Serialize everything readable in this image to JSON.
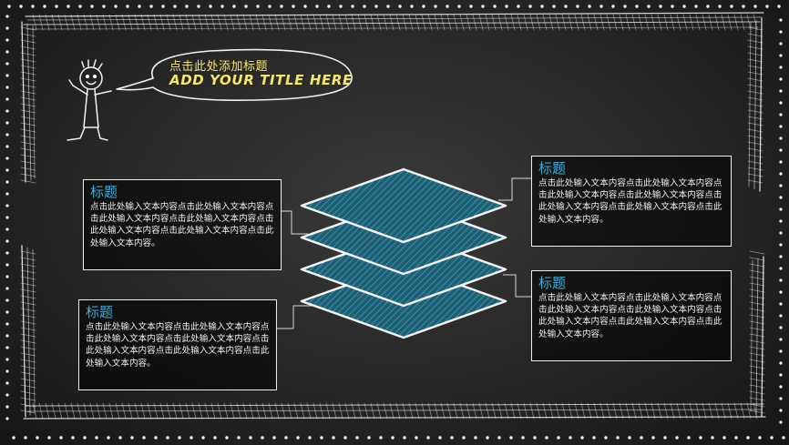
{
  "header": {
    "title_cn": "点击此处添加标题",
    "title_en": "ADD YOUR TITLE HERE"
  },
  "boxes": [
    {
      "heading": "标题",
      "body": "点击此处输入文本内容点击此处输入文本内容点击此处输入文本内容点击此处输入文本内容点击此处输入文本内容点击此处输入文本内容点击此处输入文本内容。"
    },
    {
      "heading": "标题",
      "body": "点击此处输入文本内容点击此处输入文本内容点击此处输入文本内容点击此处输入文本内容点击此处输入文本内容点击此处输入文本内容点击此处输入文本内容。"
    },
    {
      "heading": "标题",
      "body": "点击此处输入文本内容点击此处输入文本内容点击此处输入文本内容点击此处输入文本内容点击此处输入文本内容点击此处输入文本内容点击此处输入文本内容。"
    },
    {
      "heading": "标题",
      "body": "点击此处输入文本内容点击此处输入文本内容点击此处输入文本内容点击此处输入文本内容点击此处输入文本内容点击此处输入文本内容点击此处输入文本内容。"
    }
  ],
  "colors": {
    "accent_blue": "#3fa9d3",
    "layer_fill": "#1f5f73",
    "title_yellow": "#f4e66b",
    "chalk_white": "#f0f0f0"
  },
  "layer_count": 4
}
